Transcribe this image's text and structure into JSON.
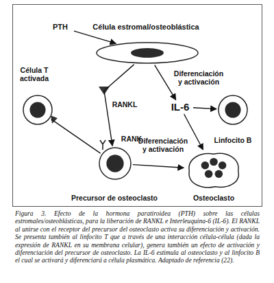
{
  "diagram": {
    "caption": "Figura 3. Efecto de la hormona paratiroidea (PTH) sobre las células estromales/osteoblásticas, para la liberación de RANKL e Interleuquina-6 (IL-6). El RANKL al unirse con el receptor del precursor del osteoclasto activa su diferenciación y activación. Se presenta también al linfocito T que a través de una interacción célula-célula (dada la expresión de RANKL en su membrana celular), genera también un efecto de activación y diferenciación del precursor de osteoclasto. La IL-6 estimula al osteoclasto y al linfocito B el cual se activará y diferenciará a célula plasmática. Adaptado de referencia (22).",
    "nodes": [
      {
        "text": [
          "PTH"
        ]
      },
      {
        "text": [
          "Célula estromal/osteoblástica"
        ]
      },
      {
        "text": [
          "Célula T activada"
        ]
      },
      {
        "text": [
          "IL-6"
        ]
      },
      {
        "text": [
          "Linfocito B"
        ]
      },
      {
        "text": [
          "Precursor de osteoclasto"
        ]
      },
      {
        "text": [
          "Osteoclasto"
        ]
      }
    ],
    "edges": [
      {
        "from": 0,
        "to": 1,
        "arrow": "to"
      },
      {
        "from": 1,
        "to": 5,
        "arrow": "to"
      },
      {
        "from": 2,
        "to": 5,
        "arrow": "none"
      },
      {
        "from": 1,
        "to": 3,
        "label": "Diferenciación y activación",
        "arrow": "to"
      },
      {
        "from": 3,
        "to": 4,
        "arrow": "to"
      },
      {
        "from": 3,
        "to": 6,
        "arrow": "to"
      },
      {
        "from": 5,
        "to": 6,
        "label": "Diferenciación y activación",
        "arrow": "to"
      }
    ],
    "labels": [
      "RANKL",
      "RANK"
    ]
  }
}
